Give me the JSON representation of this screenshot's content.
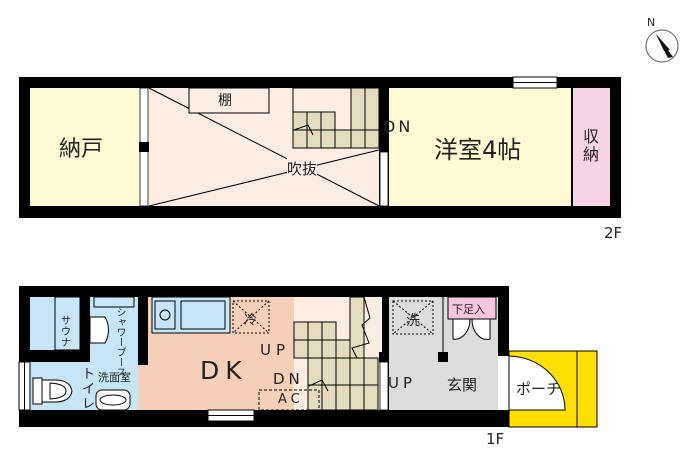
{
  "colors": {
    "wall": "#000000",
    "storage_yellow": "#fdf9d3",
    "atrium_pink": "#fdece2",
    "closet_pink": "#f7d3e6",
    "bath_blue": "#c6e5f6",
    "dk_salmon": "#f6cfb8",
    "stair_beige": "#e5dcc0",
    "entrance_gray": "#dcdcdc",
    "porch_yellow": "#fde000",
    "shoe_pink": "#f4c5dd"
  },
  "compass": {
    "label": "N"
  },
  "floor2": {
    "floor_label": "2F",
    "rooms": {
      "storage": "納戸",
      "shelf": "棚",
      "atrium": "吹抜",
      "stairs_dn": "DN",
      "western_room": "洋室4帖",
      "closet": "収納"
    }
  },
  "floor1": {
    "floor_label": "1F",
    "rooms": {
      "sauna": "サウナ",
      "shower_booth": "シャワーブース",
      "washroom": "洗面室",
      "toilet": "トイレ",
      "fridge": "冷",
      "dk": "DK",
      "stairs_up": "UP",
      "stairs_dn": "DN",
      "ac": "AC",
      "washer": "洗",
      "shoe_cabinet": "下足入",
      "entrance_up": "UP",
      "entrance": "玄関",
      "porch": "ポーチ"
    }
  }
}
